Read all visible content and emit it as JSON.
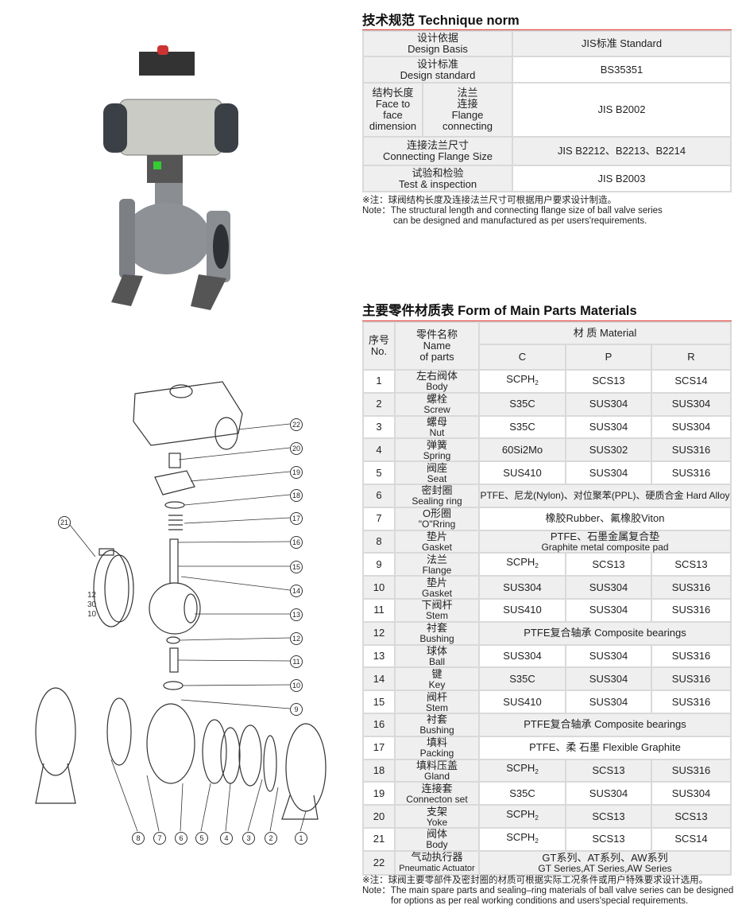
{
  "technique": {
    "title": "技术规范  Technique norm",
    "rows": [
      {
        "zh": "设计依据",
        "en": "Design Basis",
        "value": "JIS标准 Standard"
      },
      {
        "zh": "设计标准",
        "en": "Design standard",
        "value": "BS35351"
      },
      {
        "zh": "连接法兰尺寸",
        "en": "Connecting Flange Size",
        "value": "JIS B2212、B2213、B2214"
      },
      {
        "zh": "试验和检验",
        "en": "Test & inspection",
        "value": "JIS B2003"
      }
    ],
    "face": {
      "zh": "结构长度",
      "en1": "Face to",
      "en2": "face",
      "en3": "dimension",
      "sub_zh1": "法兰",
      "sub_zh2": "连接",
      "sub_en1": "Flange",
      "sub_en2": "connecting",
      "value": "JIS B2002"
    },
    "note_zh": "※注：球阀结构长度及连接法兰尺寸可根据用户要求设计制造。",
    "note_en1": "Note：The structural length and connecting flange size of ball valve series",
    "note_en2": "can be designed and manufactured as per users'requirements."
  },
  "parts": {
    "title": "主要零件材质表  Form of Main Parts Materials",
    "header": {
      "no_zh": "序号",
      "no_en": "No.",
      "name_zh": "零件名称",
      "name_en1": "Name",
      "name_en2": "of parts",
      "material": "材 质 Material",
      "c": "C",
      "p": "P",
      "r": "R"
    },
    "rows": [
      {
        "no": "1",
        "zh": "左右阀体",
        "en": "Body",
        "c": "SCPH",
        "c_sub": "2",
        "p": "SCS13",
        "r": "SCS14"
      },
      {
        "no": "2",
        "zh": "螺栓",
        "en": "Screw",
        "c": "S35C",
        "p": "SUS304",
        "r": "SUS304"
      },
      {
        "no": "3",
        "zh": "螺母",
        "en": "Nut",
        "c": "S35C",
        "p": "SUS304",
        "r": "SUS304"
      },
      {
        "no": "4",
        "zh": "弹簧",
        "en": "Spring",
        "c": "60Si2Mo",
        "p": "SUS302",
        "r": "SUS316"
      },
      {
        "no": "5",
        "zh": "阀座",
        "en": "Seat",
        "c": "SUS410",
        "p": "SUS304",
        "r": "SUS316"
      },
      {
        "no": "6",
        "zh": "密封圈",
        "en": "Sealing ring",
        "merged": "PTFE、尼龙(Nylon)、对位聚苯(PPL)、硬质合金 Hard Alloy"
      },
      {
        "no": "7",
        "zh": "O形圈",
        "en": "\"O\"Rring",
        "merged": "橡胶Rubber、氟橡胶Viton"
      },
      {
        "no": "8",
        "zh": "垫片",
        "en": "Gasket",
        "merged": "PTFE、石墨金属复合垫",
        "merged2": "Graphite metal composite pad"
      },
      {
        "no": "9",
        "zh": "法兰",
        "en": "Flange",
        "c": "SCPH",
        "c_sub": "2",
        "p": "SCS13",
        "r": "SCS13"
      },
      {
        "no": "10",
        "zh": "垫片",
        "en": "Gasket",
        "c": "SUS304",
        "p": "SUS304",
        "r": "SUS316"
      },
      {
        "no": "11",
        "zh": "下阀杆",
        "en": "Stem",
        "c": "SUS410",
        "p": "SUS304",
        "r": "SUS316"
      },
      {
        "no": "12",
        "zh": "衬套",
        "en": "Bushing",
        "merged": "PTFE复合轴承 Composite bearings"
      },
      {
        "no": "13",
        "zh": "球体",
        "en": "Ball",
        "c": "SUS304",
        "p": "SUS304",
        "r": "SUS316"
      },
      {
        "no": "14",
        "zh": "键",
        "en": "Key",
        "c": "S35C",
        "p": "SUS304",
        "r": "SUS316"
      },
      {
        "no": "15",
        "zh": "阀杆",
        "en": "Stem",
        "c": "SUS410",
        "p": "SUS304",
        "r": "SUS316"
      },
      {
        "no": "16",
        "zh": "衬套",
        "en": "Bushing",
        "merged": "PTFE复合轴承 Composite bearings"
      },
      {
        "no": "17",
        "zh": "填料",
        "en": "Packing",
        "merged": "PTFE、柔  石墨 Flexible Graphite"
      },
      {
        "no": "18",
        "zh": "填料压盖",
        "en": "Gland",
        "c": "SCPH",
        "c_sub": "2",
        "p": "SCS13",
        "r": "SUS316"
      },
      {
        "no": "19",
        "zh": "连接套",
        "en": "Connecton set",
        "c": "S35C",
        "p": "SUS304",
        "r": "SUS304"
      },
      {
        "no": "20",
        "zh": "支架",
        "en": "Yoke",
        "c": "SCPH",
        "c_sub": "2",
        "p": "SCS13",
        "r": "SCS13"
      },
      {
        "no": "21",
        "zh": "阀体",
        "en": "Body",
        "c": "SCPH",
        "c_sub": "2",
        "p": "SCS13",
        "r": "SCS14"
      },
      {
        "no": "22",
        "zh": "气动执行器",
        "en": "Pneumatic Actuator",
        "merged": "GT系列、AT系列、AW系列",
        "merged2": "GT Series,AT Series,AW Series"
      }
    ],
    "note_zh": "※注：球阀主要零部件及密封圈的材质可根据实际工况条件或用户特殊要求设计选用。",
    "note_en1": "Note：The main spare parts and sealing–ring materials of ball valve series can be designed",
    "note_en2": "for options as per real working conditions and users'special requirements."
  },
  "diagram": {
    "callouts": [
      "1",
      "2",
      "3",
      "4",
      "5",
      "6",
      "7",
      "8",
      "9",
      "10",
      "11",
      "12",
      "13",
      "14",
      "15",
      "16",
      "17",
      "18",
      "19",
      "20",
      "21",
      "22"
    ],
    "flange_marks": [
      "12",
      "30",
      "10"
    ]
  }
}
